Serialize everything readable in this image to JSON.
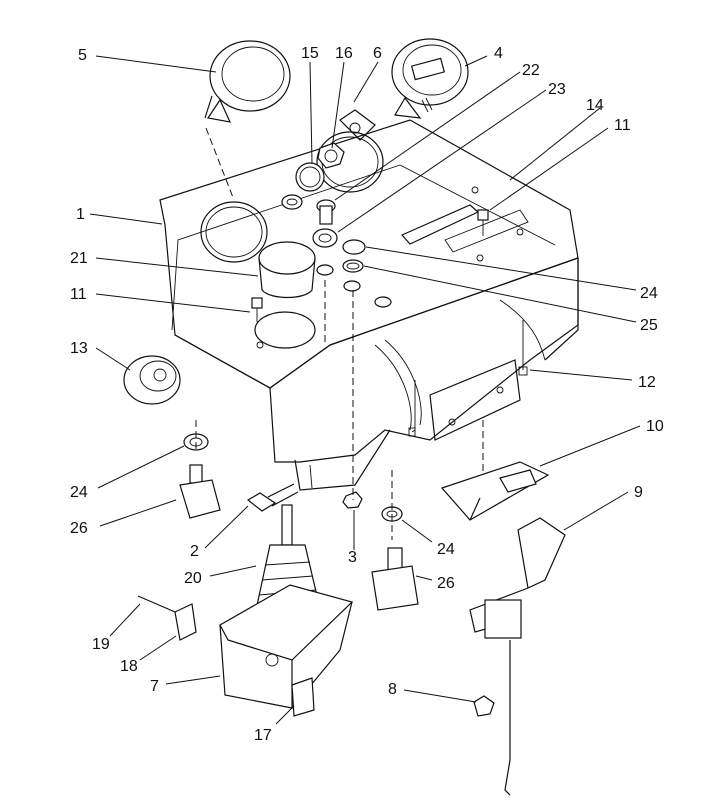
{
  "callouts": [
    {
      "id": "c5",
      "text": "5"
    },
    {
      "id": "c15",
      "text": "15"
    },
    {
      "id": "c16",
      "text": "16"
    },
    {
      "id": "c6",
      "text": "6"
    },
    {
      "id": "c4",
      "text": "4"
    },
    {
      "id": "c22",
      "text": "22"
    },
    {
      "id": "c23",
      "text": "23"
    },
    {
      "id": "c14",
      "text": "14"
    },
    {
      "id": "c11a",
      "text": "11"
    },
    {
      "id": "c1",
      "text": "1"
    },
    {
      "id": "c21",
      "text": "21"
    },
    {
      "id": "c24a",
      "text": "24"
    },
    {
      "id": "c11b",
      "text": "11"
    },
    {
      "id": "c25",
      "text": "25"
    },
    {
      "id": "c13",
      "text": "13"
    },
    {
      "id": "c12",
      "text": "12"
    },
    {
      "id": "c10",
      "text": "10"
    },
    {
      "id": "c24b",
      "text": "24"
    },
    {
      "id": "c9",
      "text": "9"
    },
    {
      "id": "c26a",
      "text": "26"
    },
    {
      "id": "c2",
      "text": "2"
    },
    {
      "id": "c3",
      "text": "3"
    },
    {
      "id": "c24c",
      "text": "24"
    },
    {
      "id": "c20",
      "text": "20"
    },
    {
      "id": "c26b",
      "text": "26"
    },
    {
      "id": "c19",
      "text": "19"
    },
    {
      "id": "c18",
      "text": "18"
    },
    {
      "id": "c7",
      "text": "7"
    },
    {
      "id": "c8",
      "text": "8"
    },
    {
      "id": "c17",
      "text": "17"
    }
  ]
}
